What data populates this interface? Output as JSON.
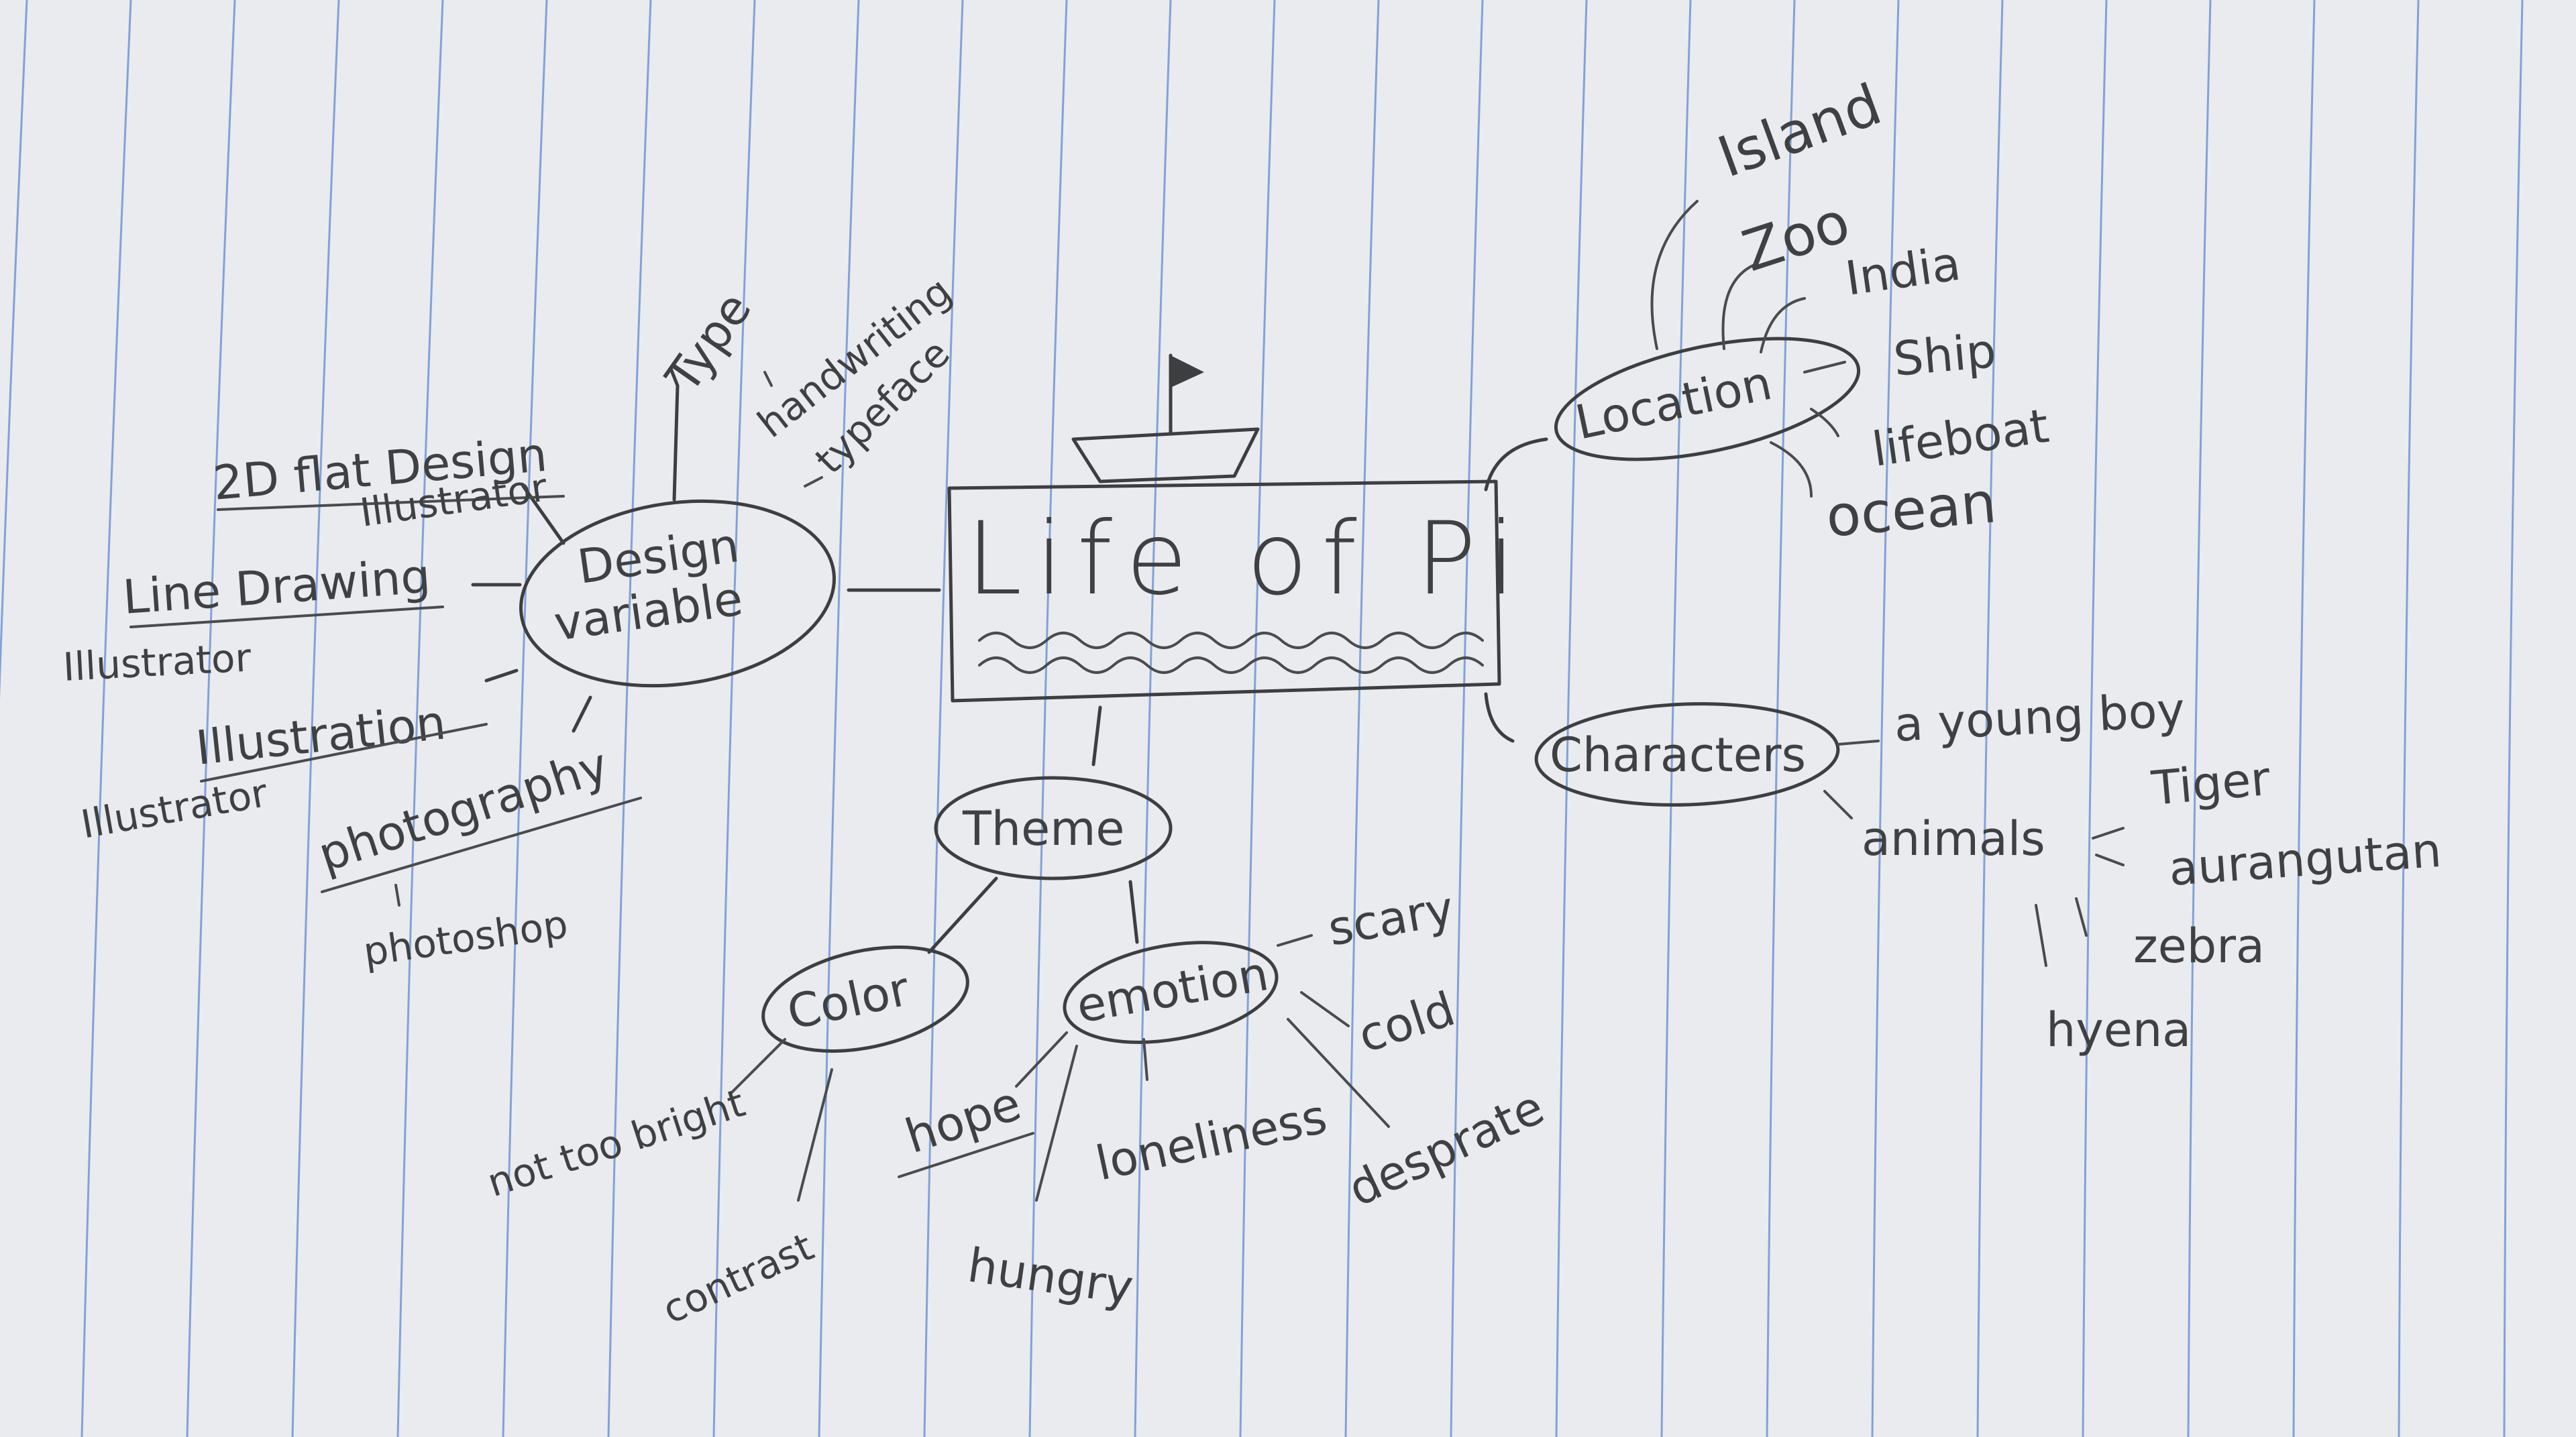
{
  "title": "Life of Pi",
  "branches": {
    "design_variable": {
      "label_line1": "Design",
      "label_line2": "variable",
      "children": {
        "type": "Type",
        "handwriting": "handwriting",
        "typeface": "typeface",
        "flat_design": "2D flat Design",
        "flat_design_tool": "Illustrator",
        "line_drawing": "Line Drawing",
        "line_drawing_tool": "Illustrator",
        "illustration": "Illustration",
        "illustration_tool": "Illustrator",
        "photography": "photography",
        "photography_tool": "photoshop"
      }
    },
    "location": {
      "label": "Location",
      "children": [
        "Island",
        "Zoo",
        "India",
        "Ship",
        "lifeboat",
        "ocean"
      ]
    },
    "characters": {
      "label": "Characters",
      "young_boy": "a young boy",
      "animals": "animals",
      "animal_list": [
        "Tiger",
        "aurangutan",
        "zebra",
        "hyena"
      ]
    },
    "theme": {
      "label": "Theme",
      "color": {
        "label": "Color",
        "children": [
          "not too bright",
          "contrast"
        ]
      },
      "emotion": {
        "label": "emotion",
        "children": [
          "scary",
          "cold",
          "desprate",
          "loneliness",
          "hungry",
          "hope"
        ]
      }
    }
  },
  "colors": {
    "paper": "#e9ebee",
    "rule_line": "#6f95d4",
    "pencil": "#3d3e40"
  }
}
